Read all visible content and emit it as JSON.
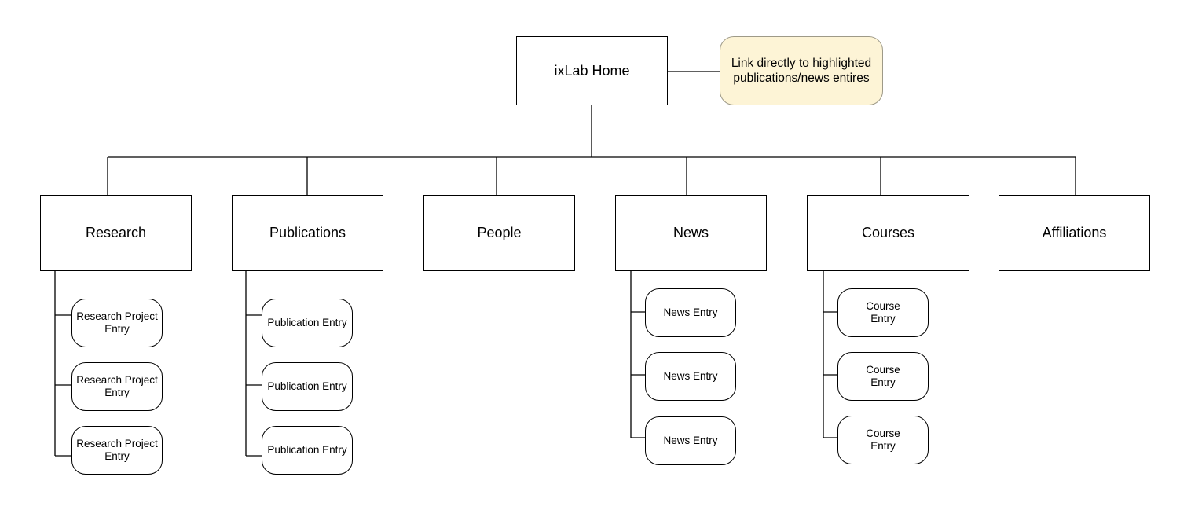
{
  "colors": {
    "note_bg": "#fdf4d6",
    "note_border": "#9e9a88",
    "box_border": "#000000",
    "background": "#ffffff"
  },
  "home": {
    "label": "ixLab Home"
  },
  "note": {
    "text": "Link directly to highlighted publications/news entires"
  },
  "sections": [
    {
      "id": "research",
      "label": "Research",
      "entries": [
        "Research Project Entry",
        "Research Project Entry",
        "Research Project Entry"
      ]
    },
    {
      "id": "publications",
      "label": "Publications",
      "entries": [
        "Publication Entry",
        "Publication Entry",
        "Publication Entry"
      ]
    },
    {
      "id": "people",
      "label": "People",
      "entries": []
    },
    {
      "id": "news",
      "label": "News",
      "entries": [
        "News Entry",
        "News Entry",
        "News Entry"
      ]
    },
    {
      "id": "courses",
      "label": "Courses",
      "entries": [
        "Course Entry",
        "Course Entry",
        "Course Entry"
      ]
    },
    {
      "id": "affiliations",
      "label": "Affiliations",
      "entries": []
    }
  ]
}
